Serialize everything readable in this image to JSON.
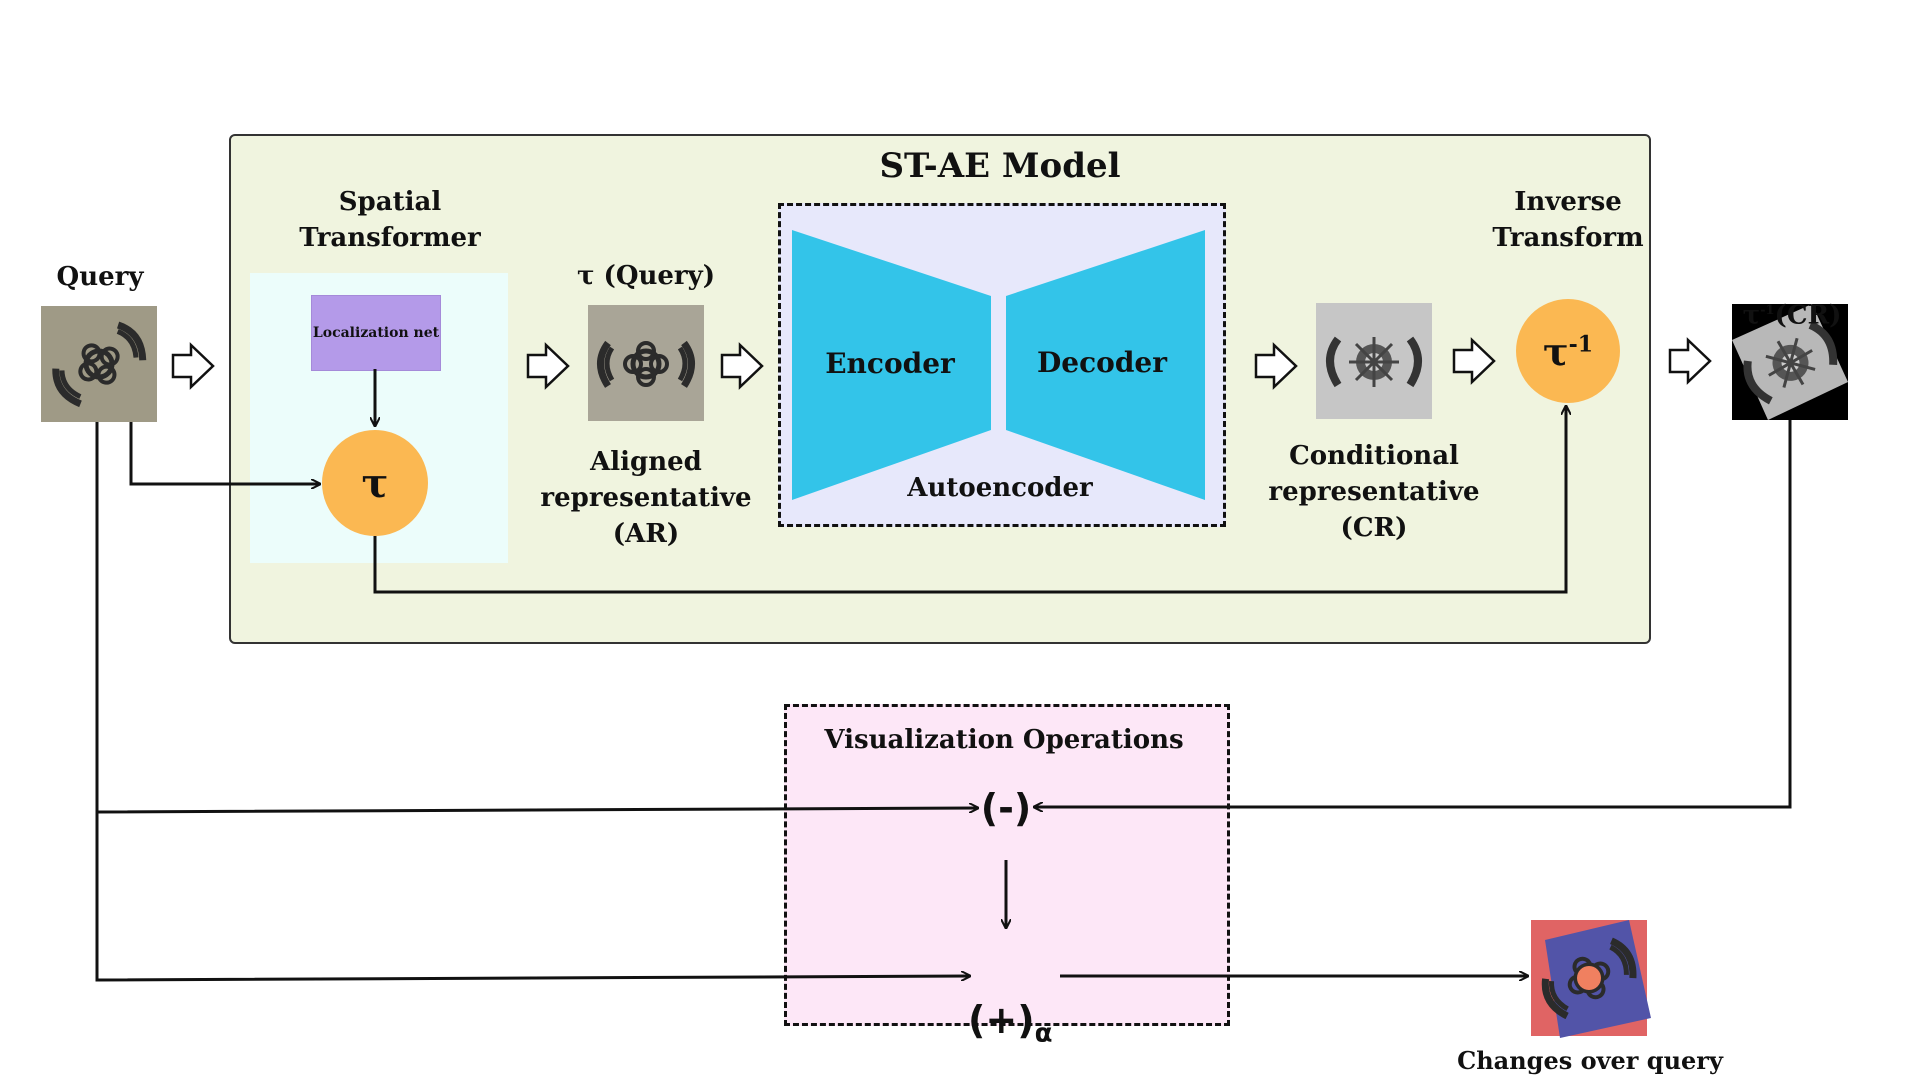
{
  "model_box": {
    "title": "ST-AE Model",
    "background": "#f0f4df",
    "border": "#333333"
  },
  "query": {
    "label": "Query"
  },
  "spatial_transformer": {
    "title": "Spatial\nTransformer",
    "localization_net": "Localization net",
    "tau": "τ",
    "panel_color": "#ecfdfb",
    "localization_color": "#b49ae9"
  },
  "aligned": {
    "top_label": "τ (Query)",
    "caption": "Aligned\nrepresentative\n(AR)"
  },
  "autoencoder": {
    "encoder": "Encoder",
    "decoder": "Decoder",
    "label": "Autoencoder",
    "panel_color": "#e7e8fb",
    "trapezoid_color": "#33c4e9"
  },
  "conditional": {
    "caption": "Conditional\nrepresentative\n(CR)"
  },
  "inverse": {
    "title": "Inverse\nTransform",
    "symbol": "τ",
    "superscript": "-1",
    "circle_color": "#fbb852"
  },
  "output": {
    "label_symbol": "τ",
    "label_sup": "-1",
    "label_rest": "(CR)"
  },
  "visualization": {
    "title": "Visualization Operations",
    "minus_op": "(-)",
    "plus_op": "(+)",
    "plus_sub": "α",
    "panel_color": "#fde7f7"
  },
  "changes": {
    "caption": "Changes over query"
  }
}
